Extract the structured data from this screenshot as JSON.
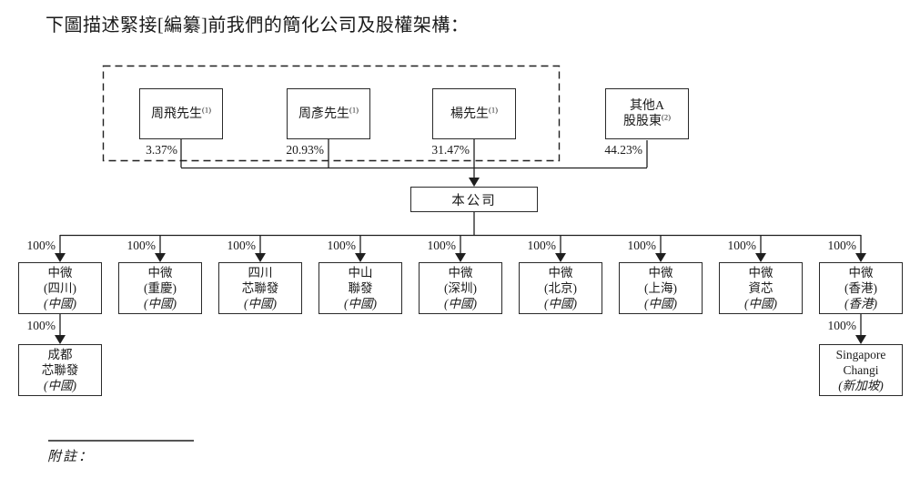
{
  "title": "下圖描述緊接[編纂]前我們的簡化公司及股權架構：",
  "colors": {
    "line": "#1f1f1f",
    "text": "#1a1a1a",
    "background": "#ffffff"
  },
  "shareholders": [
    {
      "lines": [
        "周飛先生"
      ],
      "sup": "(1)",
      "pct": "3.37%"
    },
    {
      "lines": [
        "周彥先生"
      ],
      "sup": "(1)",
      "pct": "20.93%"
    },
    {
      "lines": [
        "楊先生"
      ],
      "sup": "(1)",
      "pct": "31.47%"
    },
    {
      "lines": [
        "其他A",
        "股股東"
      ],
      "sup": "(2)",
      "pct": "44.23%"
    }
  ],
  "company": {
    "name": "本公司"
  },
  "subsidiaries": [
    {
      "lines": [
        "中微",
        "(四川)"
      ],
      "jurisdiction": "(中國)",
      "pct": "100%"
    },
    {
      "lines": [
        "中微",
        "(重慶)"
      ],
      "jurisdiction": "(中國)",
      "pct": "100%"
    },
    {
      "lines": [
        "四川",
        "芯聯發"
      ],
      "jurisdiction": "(中國)",
      "pct": "100%"
    },
    {
      "lines": [
        "中山",
        "聯發"
      ],
      "jurisdiction": "(中國)",
      "pct": "100%"
    },
    {
      "lines": [
        "中微",
        "(深圳)"
      ],
      "jurisdiction": "(中國)",
      "pct": "100%"
    },
    {
      "lines": [
        "中微",
        "(北京)"
      ],
      "jurisdiction": "(中國)",
      "pct": "100%"
    },
    {
      "lines": [
        "中微",
        "(上海)"
      ],
      "jurisdiction": "(中國)",
      "pct": "100%"
    },
    {
      "lines": [
        "中微",
        "資芯"
      ],
      "jurisdiction": "(中國)",
      "pct": "100%"
    },
    {
      "lines": [
        "中微",
        "(香港)"
      ],
      "jurisdiction": "(香港)",
      "pct": "100%"
    }
  ],
  "sub_subsidiaries": [
    {
      "lines": [
        "成都",
        "芯聯發"
      ],
      "jurisdiction": "(中國)",
      "pct": "100%"
    },
    {
      "lines": [
        "Singapore",
        "Changi"
      ],
      "jurisdiction": "(新加坡)",
      "pct": "100%"
    }
  ],
  "note_label": "附註："
}
